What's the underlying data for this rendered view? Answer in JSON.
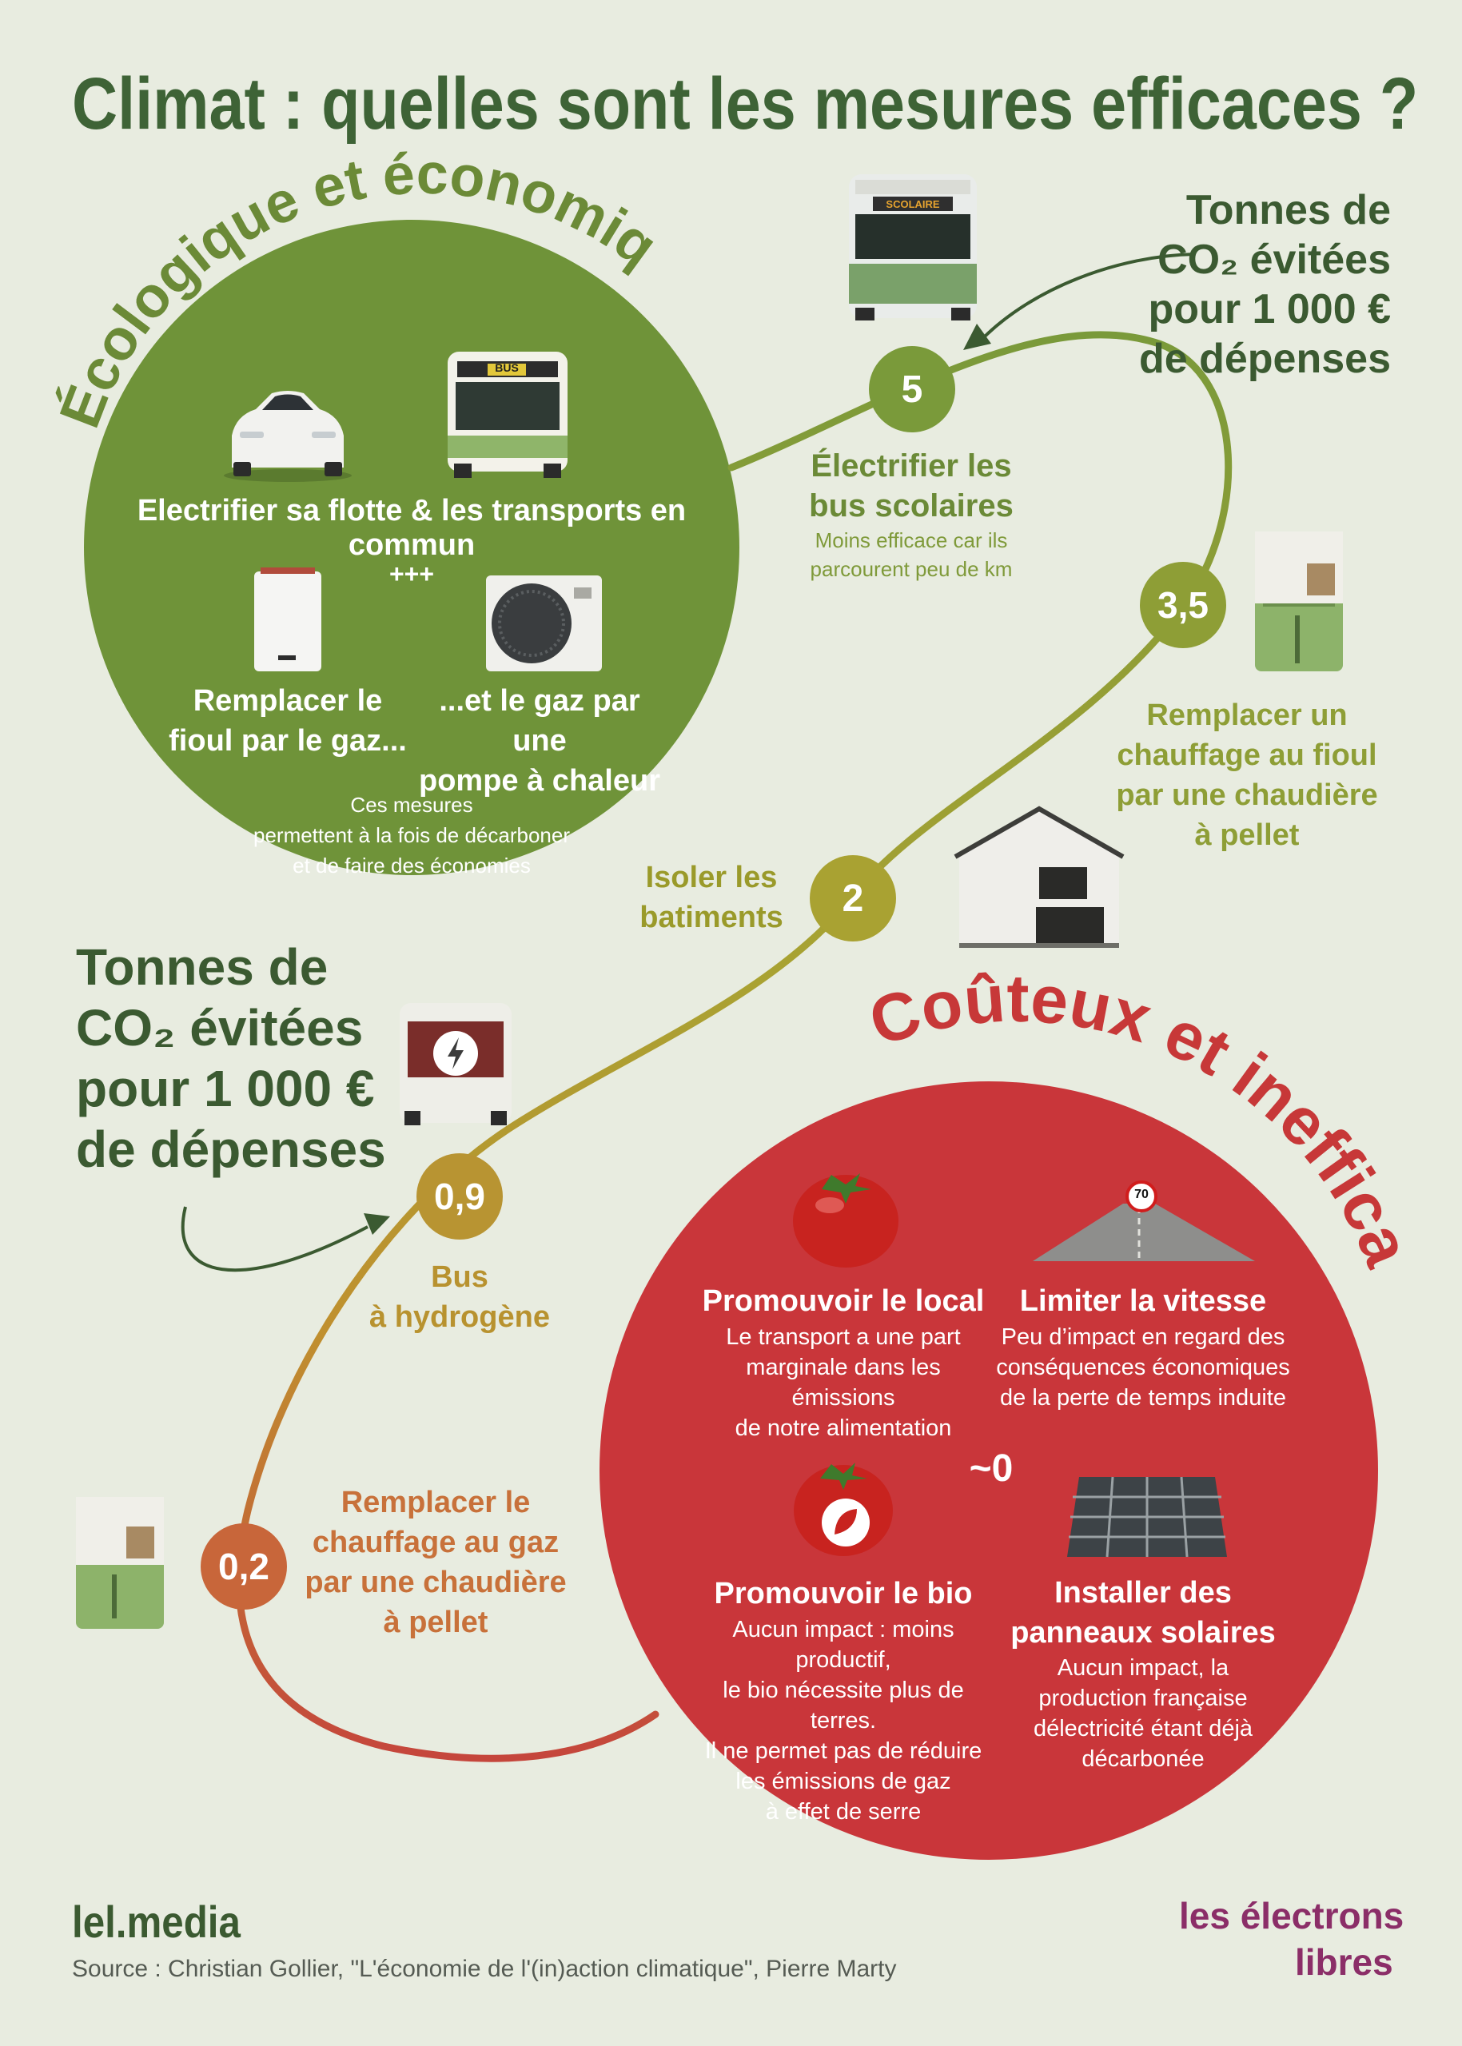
{
  "title": "Climat : quelles sont les mesures efficaces ?",
  "axis_note": {
    "line1": "Tonnes de",
    "line2": "CO₂ évitées",
    "line3": "pour 1 000 €",
    "line4": "de dépenses"
  },
  "green_zone": {
    "arc_title": "Écologique et économique !",
    "item_transport": "Electrifier sa flotte & les transports en commun",
    "plus_sign": "+++",
    "item_fioul_1": "Remplacer le",
    "item_fioul_2": "fioul par le gaz...",
    "item_pac_1": "...et le gaz par une",
    "item_pac_2": "pompe à chaleur",
    "note_1": "Ces mesures",
    "note_2": "permettent à la fois de décarboner",
    "note_3": "et de faire des économies",
    "bus_sign": "BUS"
  },
  "red_zone": {
    "arc_title": "Coûteux et inefficace",
    "value": "~0",
    "local_title": "Promouvoir le local",
    "local_1": "Le transport a une part",
    "local_2": "marginale dans les émissions",
    "local_3": "de notre alimentation",
    "speed_title": "Limiter la vitesse",
    "speed_1": "Peu d’impact en regard des",
    "speed_2": "conséquences économiques",
    "speed_3": "de la perte de temps induite",
    "speed_sign": "70",
    "bio_title": "Promouvoir le bio",
    "bio_1": "Aucun impact : moins productif,",
    "bio_2": "le bio nécessite plus de terres.",
    "bio_3": "Il ne permet pas de réduire",
    "bio_4": "les émissions de gaz",
    "bio_5": "à effet de serre",
    "solar_title_1": "Installer des",
    "solar_title_2": "panneaux solaires",
    "solar_1": "Aucun impact, la",
    "solar_2": "production française",
    "solar_3": "délectricité étant déjà",
    "solar_4": "décarbonée"
  },
  "nodes": [
    {
      "value": "5",
      "label_1": "Électrifier les",
      "label_2": "bus scolaires",
      "note_1": "Moins efficace car ils",
      "note_2": "parcourent peu de km",
      "color": "#7a9a3a"
    },
    {
      "value": "3,5",
      "label_1": "Remplacer un",
      "label_2": "chauffage au fioul",
      "label_3": "par une chaudière",
      "label_4": "à pellet",
      "color": "#8e9e36"
    },
    {
      "value": "2",
      "label_1": "Isoler les",
      "label_2": "batiments",
      "color": "#a9a232"
    },
    {
      "value": "0,9",
      "label_1": "Bus",
      "label_2": "à hydrogène",
      "color": "#b89432"
    },
    {
      "value": "0,2",
      "label_1": "Remplacer le",
      "label_2": "chauffage au gaz",
      "label_3": "par une chaudière",
      "label_4": "à pellet",
      "color": "#c8663a"
    }
  ],
  "school_bus_sign": "SCOLAIRE",
  "footer": {
    "site": "lel.media",
    "source": "Source :  Christian Gollier, \"L'économie de l'(in)action climatique\", Pierre Marty",
    "logo_1": "les électrons",
    "logo_2": "libres"
  },
  "colors": {
    "background": "#e8ece0",
    "green_circle": "#6f9339",
    "red_circle": "#c9363a",
    "dark_green_text": "#3b5a31",
    "red_title": "#c73838"
  }
}
